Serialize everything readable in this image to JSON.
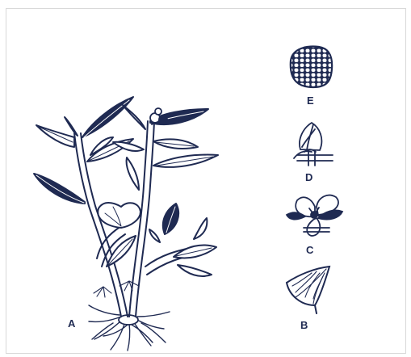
{
  "labels": {
    "a": "A",
    "b": "B",
    "c": "C",
    "d": "D",
    "e": "E"
  },
  "colors": {
    "ink": "#1f2a52",
    "paper": "#ffffff",
    "frame": "#d9d9d9"
  }
}
